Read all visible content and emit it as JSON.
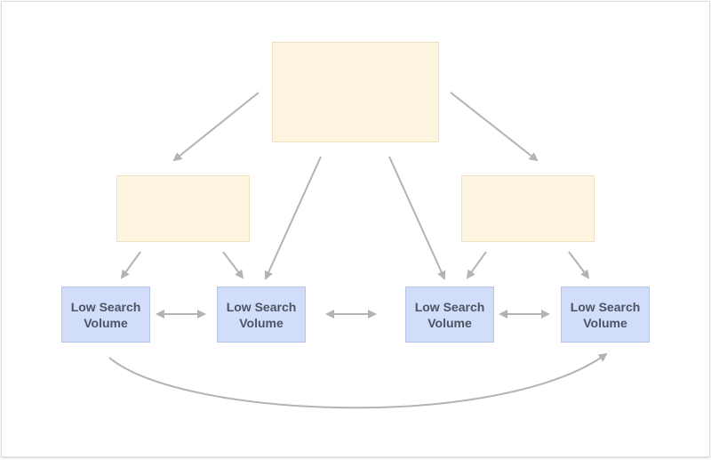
{
  "colors": {
    "yellow_fill": "#fdf5e0",
    "blue_fill": "#d2def9",
    "arrow": "#b3b3b3",
    "label_text": "#4a5563"
  },
  "top_box": {
    "label": ""
  },
  "mid_boxes": [
    {
      "label": ""
    },
    {
      "label": ""
    }
  ],
  "keyword_boxes": [
    {
      "line1": "Low Search",
      "line2": "Volume"
    },
    {
      "line1": "Low Search",
      "line2": "Volume"
    },
    {
      "line1": "Low Search",
      "line2": "Volume"
    },
    {
      "line1": "Low Search",
      "line2": "Volume"
    }
  ]
}
